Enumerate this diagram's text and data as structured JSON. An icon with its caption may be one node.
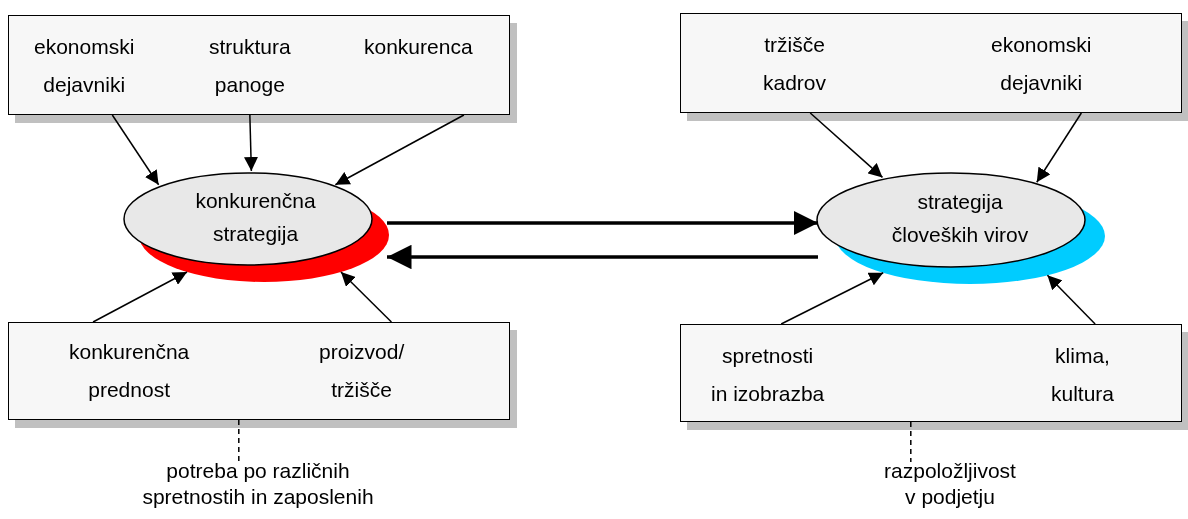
{
  "diagram": {
    "nodes": [
      {
        "text": [],
        "shape": "box"
      },
      {
        "text": [
          "ekonomski dejavniki"
        ],
        "in": 0
      },
      {
        "text": [
          "struktura panoge"
        ],
        "in": 0
      },
      {
        "text": [
          "konkurenca"
        ],
        "in": 0
      },
      {
        "text": [
          "konkurenčna strategija"
        ]
      },
      {
        "text": [],
        "shape": "box"
      },
      {
        "text": [
          "konkurenčna prednost"
        ],
        "in": 5
      },
      {
        "text": [
          "proizvod/ tržišče"
        ],
        "in": 5
      },
      {
        "text": [
          "potreba po različnih spretnostih in zaposlenih"
        ]
      },
      {
        "text": [],
        "shape": "box"
      },
      {
        "text": [
          "tržišče kadrov"
        ],
        "in": 9
      },
      {
        "text": [
          "ekonomski dejavniki"
        ],
        "in": 9
      },
      {
        "text": [
          "strategija človeških virov"
        ]
      },
      {
        "text": [],
        "shape": "box"
      },
      {
        "text": [
          "spretnosti in izobrazba"
        ],
        "in": 13
      },
      {
        "text": [
          "klima, kultura"
        ],
        "in": 13
      },
      {
        "text": [
          "razpoložljivost v podjetju"
        ]
      }
    ],
    "edges": [
      {
        "from": 1,
        "to": 4,
        "arrow": "to"
      },
      {
        "from": 2,
        "to": 4,
        "arrow": "to"
      },
      {
        "from": 3,
        "to": 4,
        "arrow": "to"
      },
      {
        "from": 6,
        "to": 4,
        "arrow": "to"
      },
      {
        "from": 7,
        "to": 4,
        "arrow": "to"
      },
      {
        "from": 5,
        "to": 8,
        "arrow": "none",
        "style": "dashed"
      },
      {
        "from": 4,
        "to": 12,
        "arrow": "to",
        "style": "thick"
      },
      {
        "from": 12,
        "to": 4,
        "arrow": "to",
        "style": "thick"
      },
      {
        "from": 10,
        "to": 12,
        "arrow": "to"
      },
      {
        "from": 11,
        "to": 12,
        "arrow": "to"
      },
      {
        "from": 14,
        "to": 12,
        "arrow": "to"
      },
      {
        "from": 15,
        "to": 12,
        "arrow": "to"
      },
      {
        "from": 13,
        "to": 16,
        "arrow": "none",
        "style": "dashed"
      }
    ]
  }
}
